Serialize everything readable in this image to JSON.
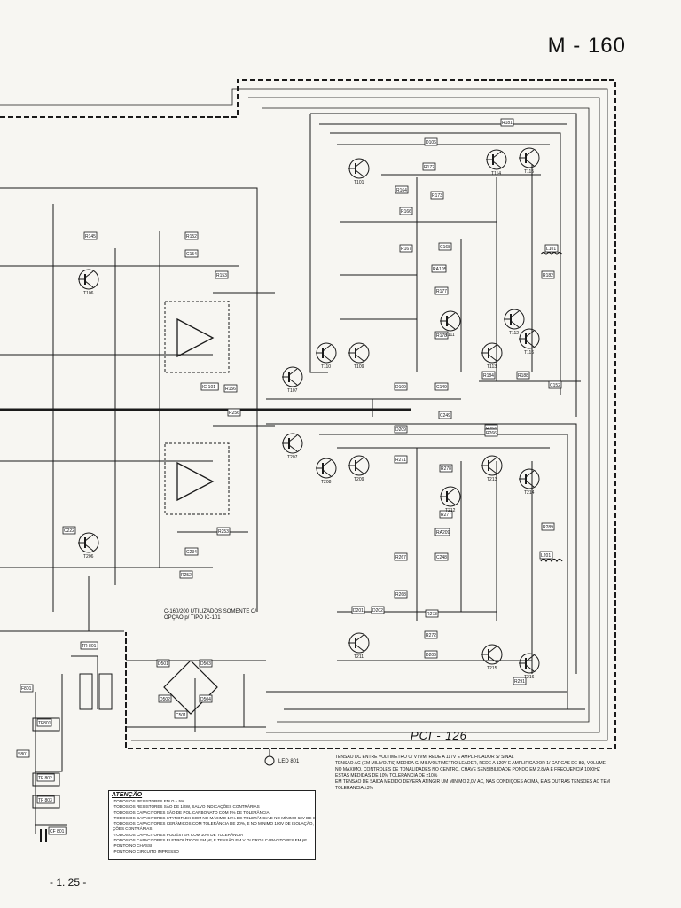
{
  "header": {
    "model": "M - 160"
  },
  "board_label": "PCI - 126",
  "page_number": "- 1. 25 -",
  "note_plate": "C-160/200 UTILIZADOS SOMENTE C/ OPÇÃO p/ TIPO IC-101",
  "led": "LED 801",
  "legend": [
    "TENSÃO DC ENTRE VOLTÍMETRO C/ VTVM, REDE A 117V E AMPLIFICADOR S/ SINAL",
    "TENSÃO AC (EM MILIVOLTS) MEDIDA C/ MILIVOLTÍMETRO LEADER, REDE A 120V E AMPLIFICADOR 1/ CARGAS DE 8Ω, VOLUME",
    "NO MÁXIMO, CONTROLES DE TONALIDADES NO CENTRO, CHAVE SENSIBILIDADE PONDO EM 2,8VA E FREQUÊNCIA 1000HZ",
    "ESTAS MEDIDAS DE 10% TOLERÂNCIA DE ±10%",
    "EM TENSÃO DE SAÍDA MEDIDO DEVERÁ ATINGIR UM MÍNIMO 2,0V AC, NAS CONDIÇÕES ACIMA, E AS OUTRAS TENSÕES AC TÊM",
    "TOLERÂNCIA ±3%"
  ],
  "atencao": {
    "title": "ATENÇÃO",
    "lines": [
      "-TODOS OS RESISTORES EM Ω ± 5%",
      "-TODOS OS RESISTORES SÃO DE 1/4W, SALVO INDICAÇÕES CONTRÁRIAS",
      "-TODOS OS CAPACITORES SÃO DE POLICARBONATO COM 5% DE TOLERÂNCIA",
      "-TODOS OS CAPACITORES STYROFLEX COM NO MÁXIMO 10% DE TOLERÂNCIA E NO MÍNIMO 63V DE ISOLAÇÃO",
      "-TODOS OS CAPACITORES CERÂMICOS COM TOLERÂNCIA DE 20%, E NO MÍNIMO 100V DE ISOLAÇÃO, SALVO INDICA-",
      "ÇÕES CONTRÁRIAS",
      "-TODOS OS CAPACITORES POLIÉSTER COM 10% DE TOLERÂNCIA",
      "-TODOS OS CAPACITORES ELETROLÍTICOS EM μF, E TENSÃO EM V  OUTROS CAPACITORES EM pF",
      "-PONTO NO CHASSI",
      "-PONTO NO CIRCUITO IMPRESSO"
    ]
  },
  "components": {
    "transistors": [
      {
        "ref": "T101"
      },
      {
        "ref": "T107"
      },
      {
        "ref": "T109"
      },
      {
        "ref": "T110"
      },
      {
        "ref": "T111"
      },
      {
        "ref": "T112"
      },
      {
        "ref": "T113"
      },
      {
        "ref": "T114"
      },
      {
        "ref": "T115"
      },
      {
        "ref": "T116"
      },
      {
        "ref": "T106"
      },
      {
        "ref": "T207"
      },
      {
        "ref": "T208"
      },
      {
        "ref": "T209"
      },
      {
        "ref": "T211"
      },
      {
        "ref": "T212"
      },
      {
        "ref": "T213"
      },
      {
        "ref": "T214"
      },
      {
        "ref": "T215"
      },
      {
        "ref": "T216"
      },
      {
        "ref": "T206"
      }
    ],
    "labels": [
      {
        "ref": "R181"
      },
      {
        "ref": "R172"
      },
      {
        "ref": "R164"
      },
      {
        "ref": "R173"
      },
      {
        "ref": "R166"
      },
      {
        "ref": "R167"
      },
      {
        "ref": "C168"
      },
      {
        "ref": "L101"
      },
      {
        "ref": "R182"
      },
      {
        "ref": "R177"
      },
      {
        "ref": "R178"
      },
      {
        "ref": "R184"
      },
      {
        "ref": "R188"
      },
      {
        "ref": "C152"
      },
      {
        "ref": "C149"
      },
      {
        "ref": "R152"
      },
      {
        "ref": "C154"
      },
      {
        "ref": "R153"
      },
      {
        "ref": "IC-101"
      },
      {
        "ref": "R156"
      },
      {
        "ref": "R256"
      },
      {
        "ref": "R145"
      },
      {
        "ref": "C249"
      },
      {
        "ref": "R264"
      },
      {
        "ref": "R266"
      },
      {
        "ref": "R271"
      },
      {
        "ref": "R278"
      },
      {
        "ref": "R277"
      },
      {
        "ref": "RA209"
      },
      {
        "ref": "C248"
      },
      {
        "ref": "L201"
      },
      {
        "ref": "R289"
      },
      {
        "ref": "R267"
      },
      {
        "ref": "R268"
      },
      {
        "ref": "R272"
      },
      {
        "ref": "R273"
      },
      {
        "ref": "R253"
      },
      {
        "ref": "C234"
      },
      {
        "ref": "R252"
      },
      {
        "ref": "C222"
      },
      {
        "ref": "TR 801"
      },
      {
        "ref": "D501"
      },
      {
        "ref": "D503"
      },
      {
        "ref": "D502"
      },
      {
        "ref": "D504"
      },
      {
        "ref": "C501"
      },
      {
        "ref": "F801"
      },
      {
        "ref": "TF801"
      },
      {
        "ref": "TF 802"
      },
      {
        "ref": "TF 803"
      },
      {
        "ref": "S801"
      },
      {
        "ref": "CF 801"
      },
      {
        "ref": "D106"
      },
      {
        "ref": "D109"
      },
      {
        "ref": "D209"
      },
      {
        "ref": "D206"
      },
      {
        "ref": "D201"
      },
      {
        "ref": "D202"
      },
      {
        "ref": "RA105"
      },
      {
        "ref": "R291"
      }
    ]
  }
}
